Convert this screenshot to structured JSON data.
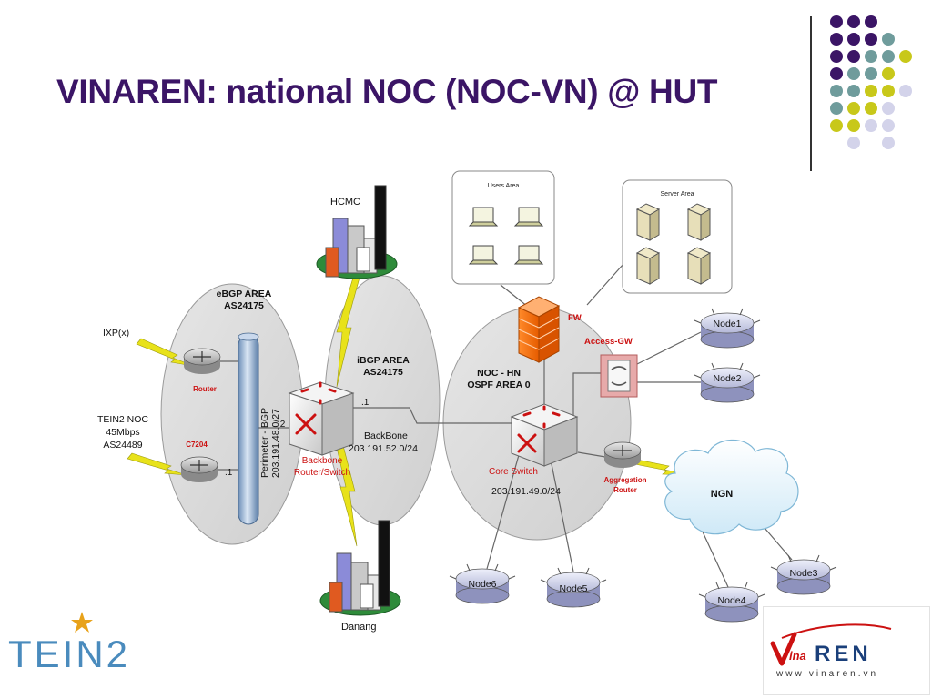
{
  "slide": {
    "title": "VINAREN: national NOC (NOC-VN) @ HUT"
  },
  "palette": {
    "title": "#3b1566",
    "dot_purple": "#3b1566",
    "dot_teal": "#6f9c9c",
    "dot_yellow": "#c8c81a",
    "dot_lavender": "#d3d3ea",
    "label_red": "#cc1111",
    "area_gray": "#d8d8d8"
  },
  "diagram": {
    "ebgp_area": {
      "line1": "eBGP AREA",
      "line2": "AS24175"
    },
    "ibgp_area": {
      "line1": "iBGP AREA",
      "line2": "AS24175"
    },
    "noc_area": {
      "line1": "NOC - HN",
      "line2": "OSPF AREA 0"
    },
    "hcmc": "HCMC",
    "danang": "Danang",
    "ixp": "IXP(x)",
    "router": "Router",
    "tein2_noc": {
      "line1": "TEIN2 NOC",
      "line2": "45Mbps",
      "line3": "AS24489"
    },
    "c7204": "C7204",
    "dot1_left": ".1",
    "perimeter": {
      "line1": "Perimeter - BGP",
      "line2": "203.191.48.0/27"
    },
    "dot2": ".2",
    "dot1_top": ".1",
    "backbone_device": {
      "line1": "Backbone",
      "line2": "Router/Switch"
    },
    "backbone_net": {
      "line1": "BackBone",
      "line2": "203.191.52.0/24"
    },
    "users_area": "Users Area",
    "server_area": "Server Area",
    "fw": "FW",
    "access_gw": "Access-GW",
    "core_switch": "Core Switch",
    "core_net": "203.191.49.0/24",
    "aggregation": {
      "line1": "Aggregation",
      "line2": "Router"
    },
    "ngn": "NGN",
    "nodes": {
      "node1": "Node1",
      "node2": "Node2",
      "node3": "Node3",
      "node4": "Node4",
      "node5": "Node5",
      "node6": "Node6"
    }
  },
  "logos": {
    "tein2": "TEIN2",
    "vinaren_mark": "ina",
    "vinaren_ren": "REN",
    "vinaren_url": "www.vinaren.vn"
  }
}
